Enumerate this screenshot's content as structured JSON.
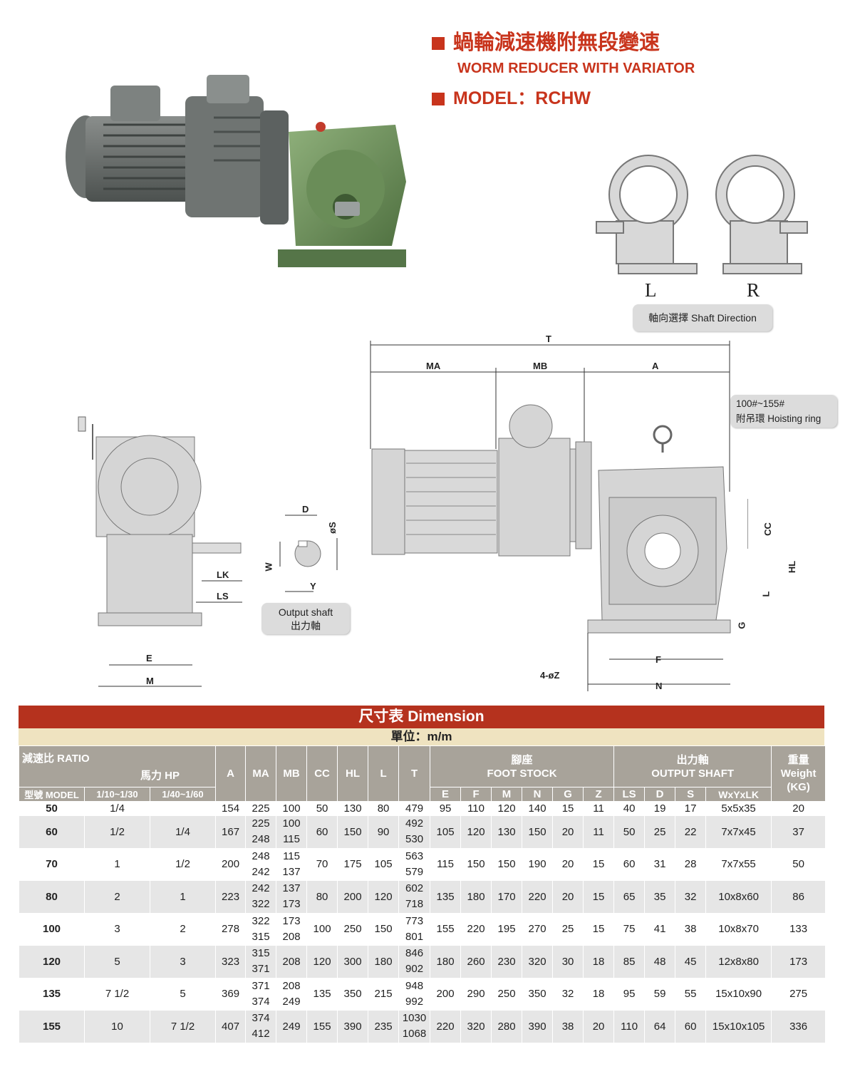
{
  "header": {
    "title_cn": "蝸輪減速機附無段變速",
    "title_en": "WORM REDUCER WITH VARIATOR",
    "model": "MODEL：RCHW"
  },
  "shaft_direction": {
    "left": "L",
    "right": "R",
    "caption": "軸向選擇 Shaft Direction"
  },
  "drawing": {
    "dims": {
      "T": "T",
      "MA": "MA",
      "MB": "MB",
      "A": "A",
      "CC": "CC",
      "HL": "HL",
      "L": "L",
      "G": "G",
      "F": "F",
      "N": "N",
      "Z": "4-øZ",
      "E": "E",
      "M": "M",
      "LK": "LK",
      "LS": "LS",
      "D": "D",
      "S": "øS",
      "W": "W",
      "Y": "Y"
    },
    "hoisting_note_1": "100#~155#",
    "hoisting_note_2": "附吊環 Hoisting ring",
    "output_shaft_en": "Output shaft",
    "output_shaft_cn": "出力軸"
  },
  "table": {
    "title": "尺寸表 Dimension",
    "unit": "單位：m/m",
    "h": {
      "ratio": "減速比 RATIO",
      "hp": "馬力 HP",
      "model": "型號 MODEL",
      "r1": "1/10~1/30",
      "r2": "1/40~1/60",
      "A": "A",
      "MA": "MA",
      "MB": "MB",
      "CC": "CC",
      "HL": "HL",
      "L": "L",
      "T": "T",
      "foot_cn": "腳座",
      "foot_en": "FOOT STOCK",
      "E": "E",
      "F": "F",
      "M": "M",
      "N": "N",
      "G": "G",
      "Z": "Z",
      "out_cn": "出力軸",
      "out_en": "OUTPUT SHAFT",
      "LS": "LS",
      "D": "D",
      "S": "S",
      "WYLK": "WxYxLK",
      "wt_cn": "重量",
      "wt_en": "Weight",
      "wt_unit": "(KG)"
    },
    "rows": [
      {
        "model": "50",
        "r1": "1/4",
        "r2": "",
        "A": "154",
        "MA": [
          "225"
        ],
        "MB": [
          "100"
        ],
        "CC": "50",
        "HL": "130",
        "L": "80",
        "T": [
          "479"
        ],
        "E": "95",
        "F": "110",
        "M": "120",
        "N": "140",
        "G": "15",
        "Z": "11",
        "LS": "40",
        "D": "19",
        "S": "17",
        "WYLK": "5x5x35",
        "W": "20"
      },
      {
        "model": "60",
        "r1": "1/2",
        "r2": "1/4",
        "A": "167",
        "MA": [
          "225",
          "248"
        ],
        "MB": [
          "100",
          "115"
        ],
        "CC": "60",
        "HL": "150",
        "L": "90",
        "T": [
          "492",
          "530"
        ],
        "E": "105",
        "F": "120",
        "M": "130",
        "N": "150",
        "G": "20",
        "Z": "11",
        "LS": "50",
        "D": "25",
        "S": "22",
        "WYLK": "7x7x45",
        "W": "37"
      },
      {
        "model": "70",
        "r1": "1",
        "r2": "1/2",
        "A": "200",
        "MA": [
          "248",
          "242"
        ],
        "MB": [
          "115",
          "137"
        ],
        "CC": "70",
        "HL": "175",
        "L": "105",
        "T": [
          "563",
          "579"
        ],
        "E": "115",
        "F": "150",
        "M": "150",
        "N": "190",
        "G": "20",
        "Z": "15",
        "LS": "60",
        "D": "31",
        "S": "28",
        "WYLK": "7x7x55",
        "W": "50"
      },
      {
        "model": "80",
        "r1": "2",
        "r2": "1",
        "A": "223",
        "MA": [
          "242",
          "322"
        ],
        "MB": [
          "137",
          "173"
        ],
        "CC": "80",
        "HL": "200",
        "L": "120",
        "T": [
          "602",
          "718"
        ],
        "E": "135",
        "F": "180",
        "M": "170",
        "N": "220",
        "G": "20",
        "Z": "15",
        "LS": "65",
        "D": "35",
        "S": "32",
        "WYLK": "10x8x60",
        "W": "86"
      },
      {
        "model": "100",
        "r1": "3",
        "r2": "2",
        "A": "278",
        "MA": [
          "322",
          "315"
        ],
        "MB": [
          "173",
          "208"
        ],
        "CC": "100",
        "HL": "250",
        "L": "150",
        "T": [
          "773",
          "801"
        ],
        "E": "155",
        "F": "220",
        "M": "195",
        "N": "270",
        "G": "25",
        "Z": "15",
        "LS": "75",
        "D": "41",
        "S": "38",
        "WYLK": "10x8x70",
        "W": "133"
      },
      {
        "model": "120",
        "r1": "5",
        "r2": "3",
        "A": "323",
        "MA": [
          "315",
          "371"
        ],
        "MB": [
          "208"
        ],
        "CC": "120",
        "HL": "300",
        "L": "180",
        "T": [
          "846",
          "902"
        ],
        "E": "180",
        "F": "260",
        "M": "230",
        "N": "320",
        "G": "30",
        "Z": "18",
        "LS": "85",
        "D": "48",
        "S": "45",
        "WYLK": "12x8x80",
        "W": "173"
      },
      {
        "model": "135",
        "r1": "7 1/2",
        "r2": "5",
        "A": "369",
        "MA": [
          "371",
          "374"
        ],
        "MB": [
          "208",
          "249"
        ],
        "CC": "135",
        "HL": "350",
        "L": "215",
        "T": [
          "948",
          "992"
        ],
        "E": "200",
        "F": "290",
        "M": "250",
        "N": "350",
        "G": "32",
        "Z": "18",
        "LS": "95",
        "D": "59",
        "S": "55",
        "WYLK": "15x10x90",
        "W": "275"
      },
      {
        "model": "155",
        "r1": "10",
        "r2": "7 1/2",
        "A": "407",
        "MA": [
          "374",
          "412"
        ],
        "MB": [
          "249"
        ],
        "CC": "155",
        "HL": "390",
        "L": "235",
        "T": [
          "1030",
          "1068"
        ],
        "E": "220",
        "F": "320",
        "M": "280",
        "N": "390",
        "G": "38",
        "Z": "20",
        "LS": "110",
        "D": "64",
        "S": "60",
        "WYLK": "15x10x105",
        "W": "336"
      }
    ]
  }
}
